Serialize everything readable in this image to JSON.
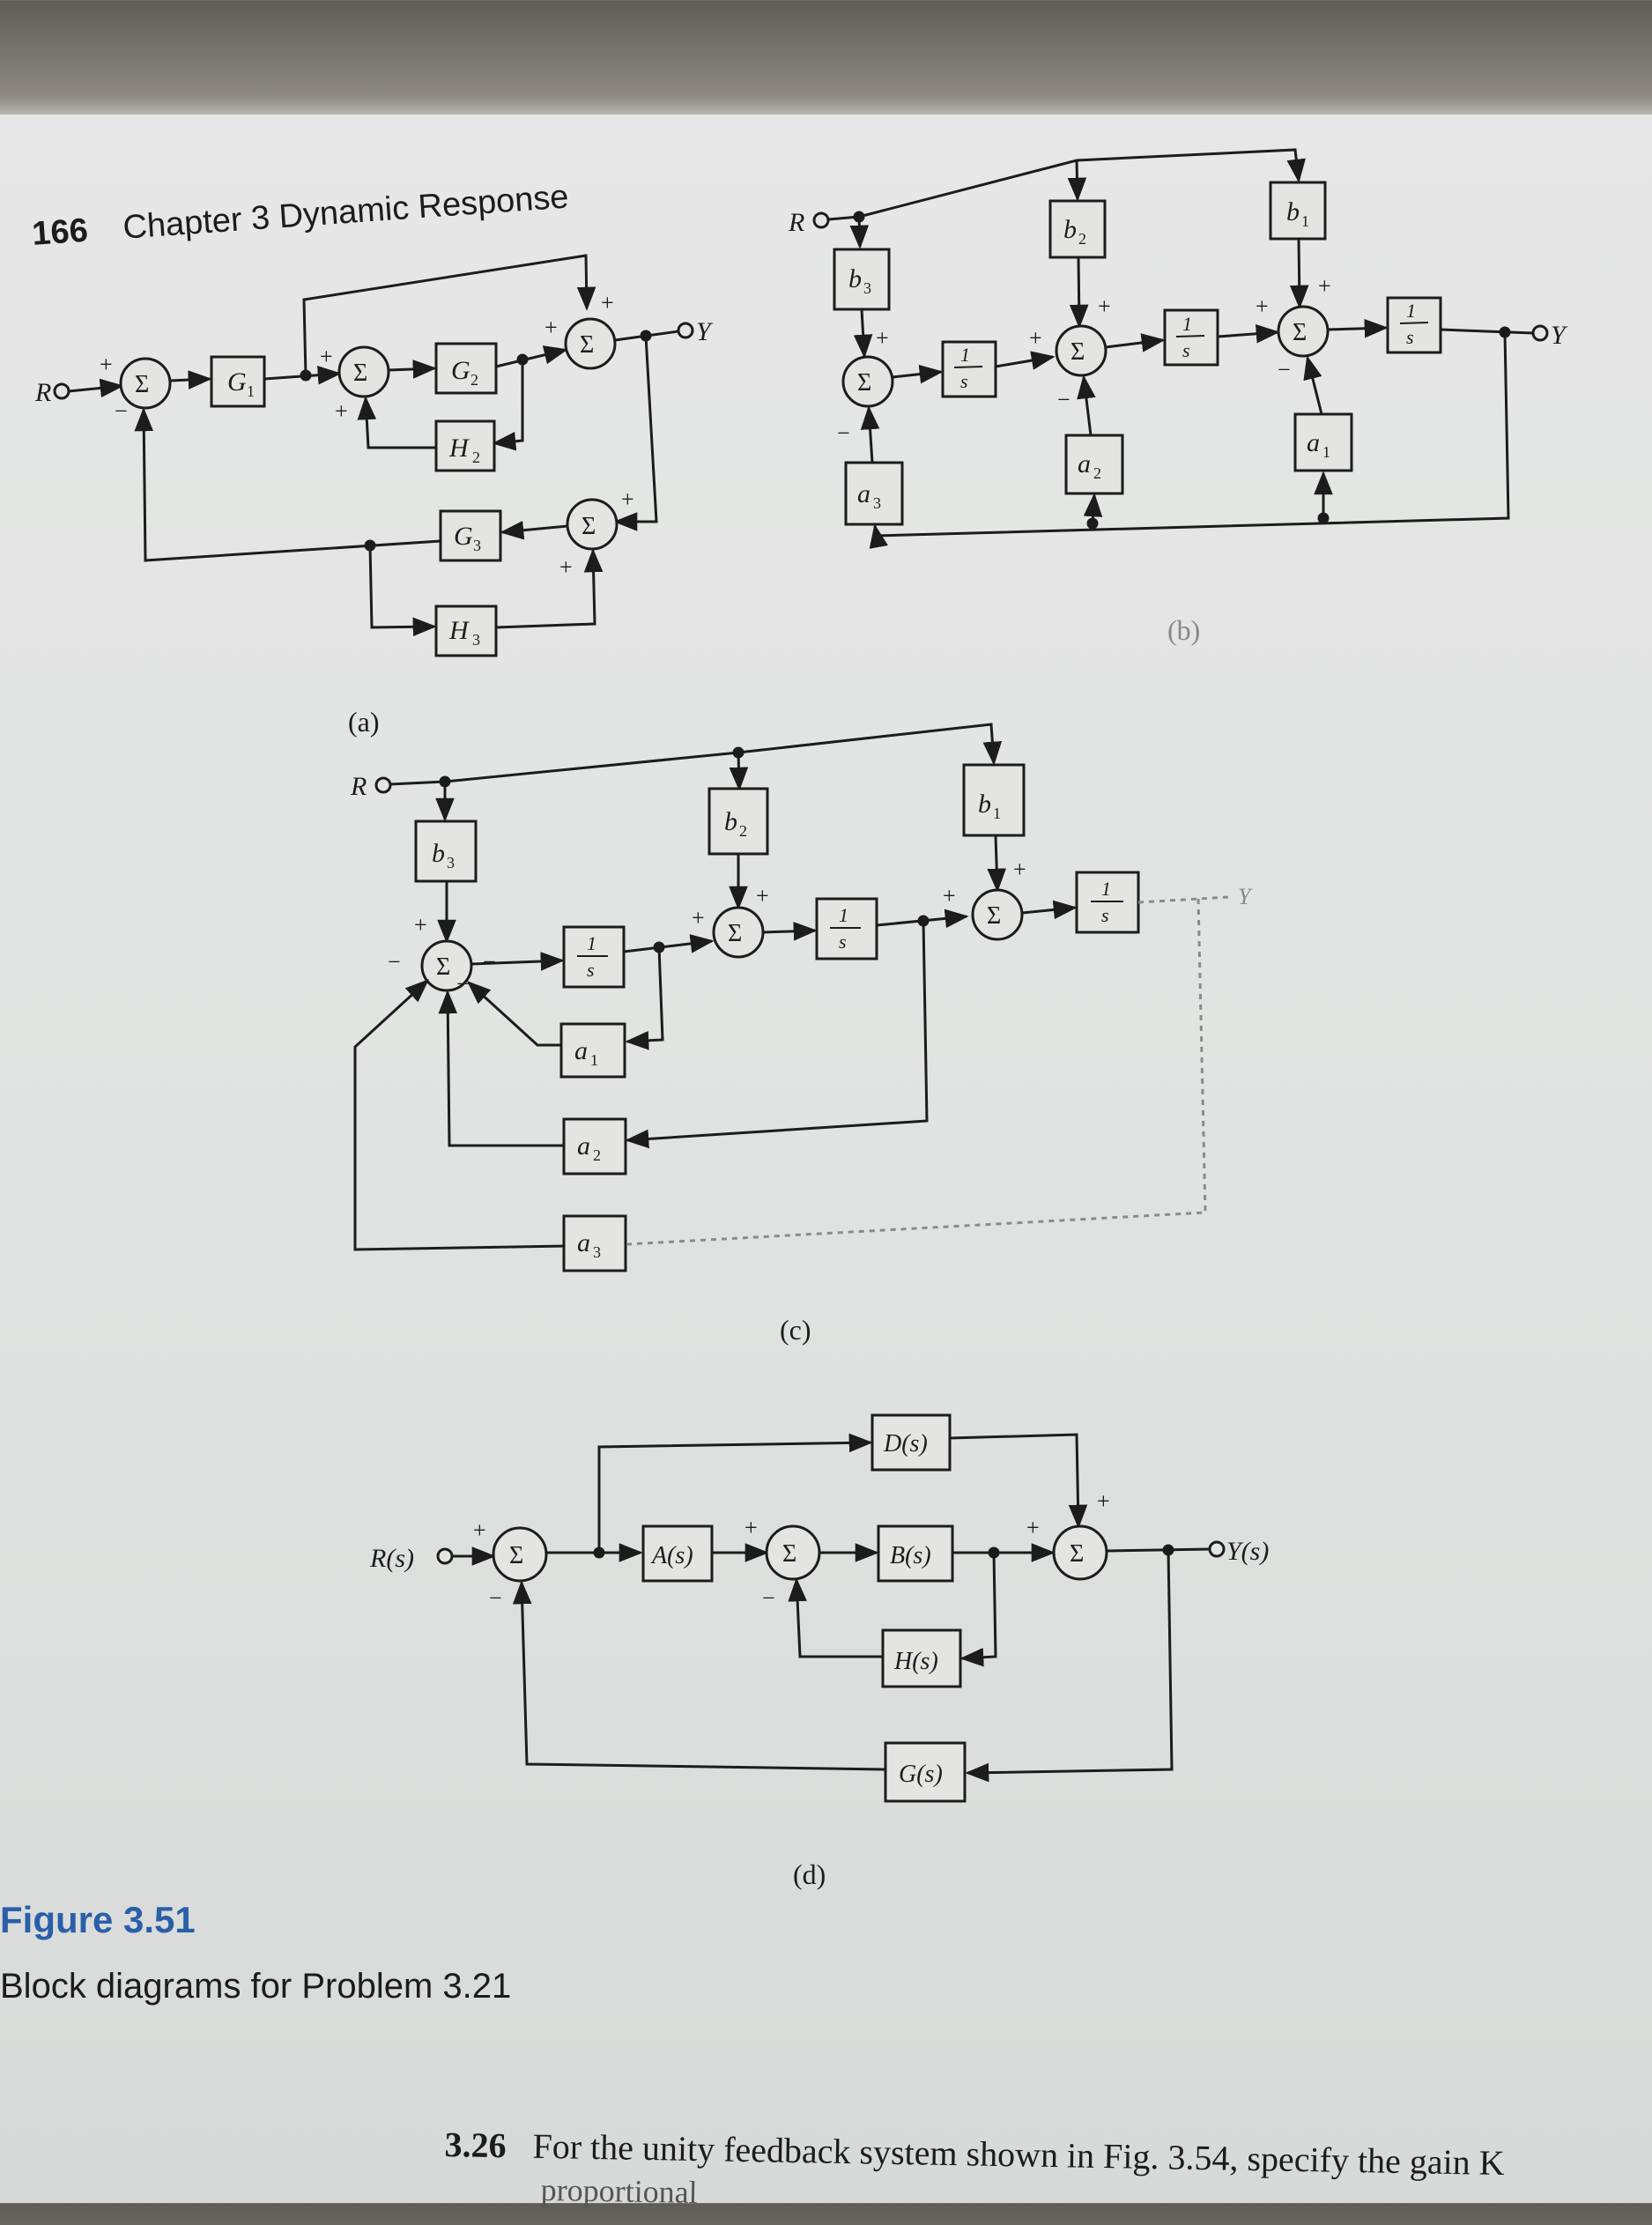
{
  "header": {
    "page_number": "166",
    "chapter_title": "Chapter 3 Dynamic Response"
  },
  "figure": {
    "label": "Figure 3.51",
    "caption": "Block diagrams for Problem 3.21"
  },
  "panels": {
    "a": "(a)",
    "b": "(b)",
    "c": "(c)",
    "d": "(d)"
  },
  "symbols": {
    "sum": "Σ",
    "plus": "+",
    "minus": "−"
  },
  "diagram_a": {
    "input": "R",
    "output": "Y",
    "blocks": {
      "g1": "G",
      "g1_sub": "1",
      "g2": "G",
      "g2_sub": "2",
      "h2": "H",
      "h2_sub": "2",
      "g3": "G",
      "g3_sub": "3",
      "h3": "H",
      "h3_sub": "3"
    }
  },
  "diagram_b": {
    "input": "R",
    "output": "Y",
    "blocks": {
      "b1": "b",
      "b1_sub": "1",
      "b2": "b",
      "b2_sub": "2",
      "b3": "b",
      "b3_sub": "3",
      "a1": "a",
      "a1_sub": "1",
      "a2": "a",
      "a2_sub": "2",
      "a3": "a",
      "a3_sub": "3",
      "int_num": "1",
      "int_den": "s"
    }
  },
  "diagram_c": {
    "input": "R",
    "output": "Y",
    "blocks": {
      "b1": "b",
      "b1_sub": "1",
      "b2": "b",
      "b2_sub": "2",
      "b3": "b",
      "b3_sub": "3",
      "a1": "a",
      "a1_sub": "1",
      "a2": "a",
      "a2_sub": "2",
      "a3": "a",
      "a3_sub": "3",
      "int_num": "1",
      "int_den": "s"
    }
  },
  "diagram_d": {
    "input": "R(s)",
    "output": "Y(s)",
    "blocks": {
      "a": "A(s)",
      "b": "B(s)",
      "d": "D(s)",
      "h": "H(s)",
      "g": "G(s)"
    }
  },
  "problem": {
    "number": "3.26",
    "text": "For the unity feedback system shown in Fig. 3.54, specify the gain K",
    "next_line": "proportional"
  }
}
